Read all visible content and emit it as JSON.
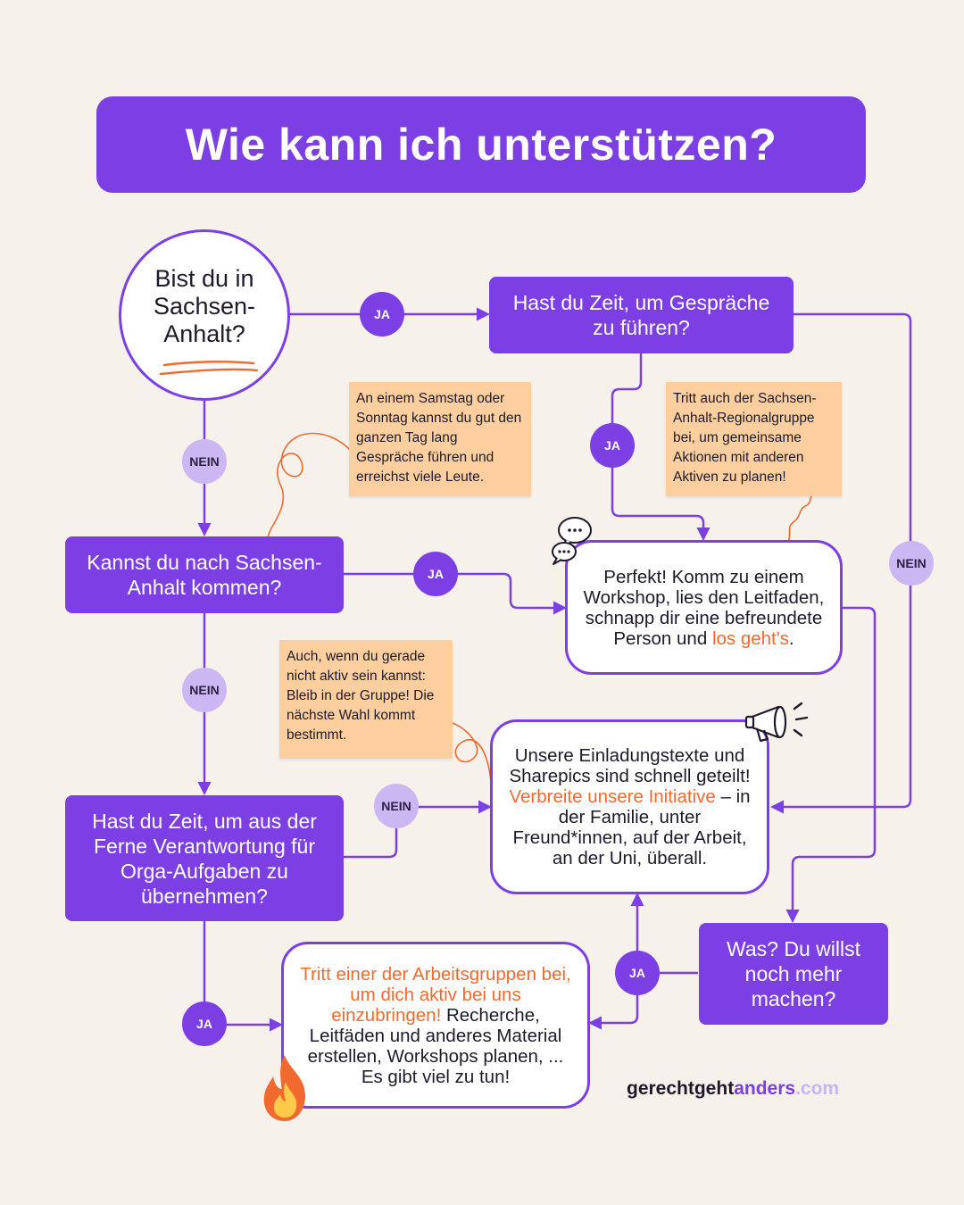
{
  "title": "Wie kann ich unterstützen?",
  "nodes": {
    "start": "Bist du in Sachsen-Anhalt?",
    "q_time_talks": "Hast du Zeit, um Gespräche zu führen?",
    "q_come": "Kannst du nach Sachsen-Anhalt kommen?",
    "q_remote": "Hast du Zeit, um aus der Ferne Verantwortung für Orga-Aufgaben zu übernehmen?",
    "q_more": "Was? Du willst noch mehr machen?",
    "out_workshop": {
      "text": "Perfekt! Komm zu einem Workshop, lies den Leitfaden, schnapp dir eine befreundete Person und ",
      "highlight": "los geht's",
      "end": "."
    },
    "out_spread": {
      "text1": "Unsere Einladungstexte und Sharepics sind schnell geteilt!",
      "highlight": "Verbreite unsere Initiative",
      "text2": " – in der Familie, unter Freund*innen, auf der Arbeit, an der Uni, überall."
    },
    "out_groups": {
      "highlight": "Tritt einer der Arbeitsgruppen bei, um dich aktiv bei uns einzubringen!",
      "text": " Recherche, Leitfäden und anderes Material erstellen, Workshops planen, ... Es gibt viel zu tun!"
    }
  },
  "notes": {
    "weekend": "An einem Samstag oder Sonntag kannst du gut den ganzen Tag lang Gespräche führen und erreichst viele Leute.",
    "regional": "Tritt auch der Sachsen-Anhalt-Regionalgruppe bei, um gemeinsame Aktionen mit anderen Aktiven zu planen!",
    "stay": "Auch, wenn du gerade nicht aktiv sein kannst: Bleib in der Gruppe! Die nächste Wahl kommt bestimmt."
  },
  "labels": {
    "yes": "JA",
    "no": "NEIN"
  },
  "brand": {
    "part1": "gerechtgeht",
    "part2": "anders",
    "part3": ".com"
  },
  "colors": {
    "primary": "#7b3fe4",
    "secondary": "#cbb8f2",
    "accent": "#f06a30",
    "note": "#fdcf9e",
    "background": "#f6f1ea"
  },
  "icons": [
    "speech-bubbles-icon",
    "megaphone-icon",
    "fire-icon"
  ]
}
